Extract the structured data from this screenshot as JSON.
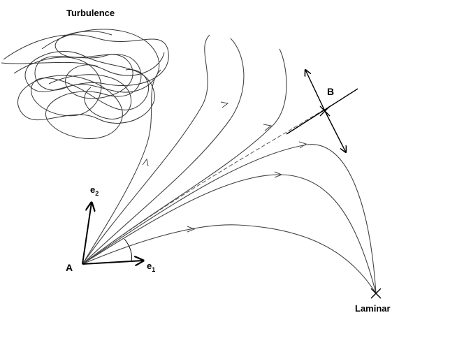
{
  "labels": {
    "turbulence": "Turbulence",
    "laminar": "Laminar",
    "point_a": "A",
    "point_b": "B",
    "e1_base": "e",
    "e1_sub": "1",
    "e2_base": "e",
    "e2_sub": "2"
  },
  "colors": {
    "stroke": "#000000",
    "curve": "#444444",
    "background": "#ffffff"
  }
}
